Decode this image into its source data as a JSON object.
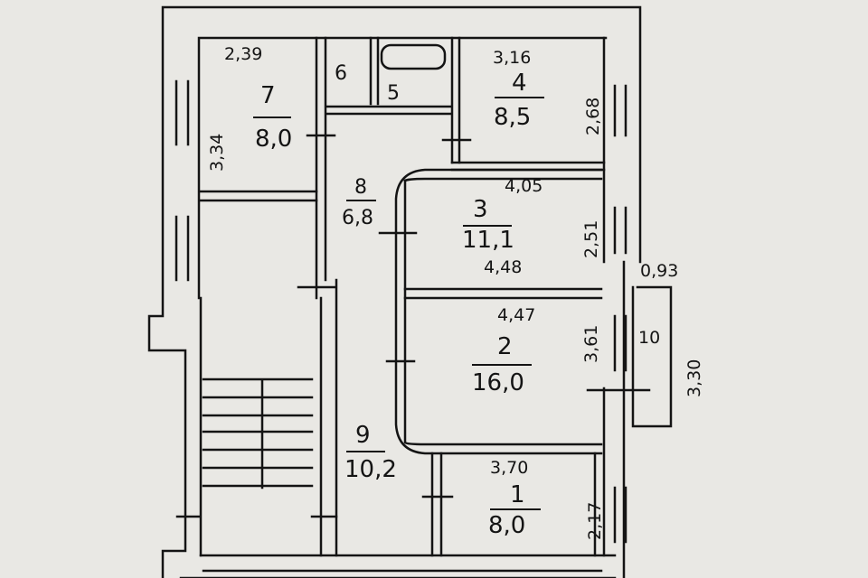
{
  "rooms": [
    {
      "id": "1",
      "number": "1",
      "area": "8,0",
      "width": "3,70",
      "height": "2,17"
    },
    {
      "id": "2",
      "number": "2",
      "area": "16,0",
      "width": "4,47",
      "height": "3,61"
    },
    {
      "id": "3",
      "number": "3",
      "area": "11,1",
      "width": "4,05",
      "width_bottom": "4,48",
      "height": "2,51"
    },
    {
      "id": "4",
      "number": "4",
      "area": "8,5",
      "width": "3,16",
      "height": "2,68"
    },
    {
      "id": "5",
      "number": "5"
    },
    {
      "id": "6",
      "number": "6"
    },
    {
      "id": "7",
      "number": "7",
      "area": "8,0",
      "width": "2,39",
      "height": "3,34"
    },
    {
      "id": "8",
      "number": "8",
      "area": "6,8"
    },
    {
      "id": "9",
      "number": "9",
      "area": "10,2"
    },
    {
      "id": "10",
      "number": "10",
      "width": "0,93",
      "height": "3,30"
    }
  ],
  "colors": {
    "paper": "#e9e8e4",
    "ink": "#141414"
  }
}
